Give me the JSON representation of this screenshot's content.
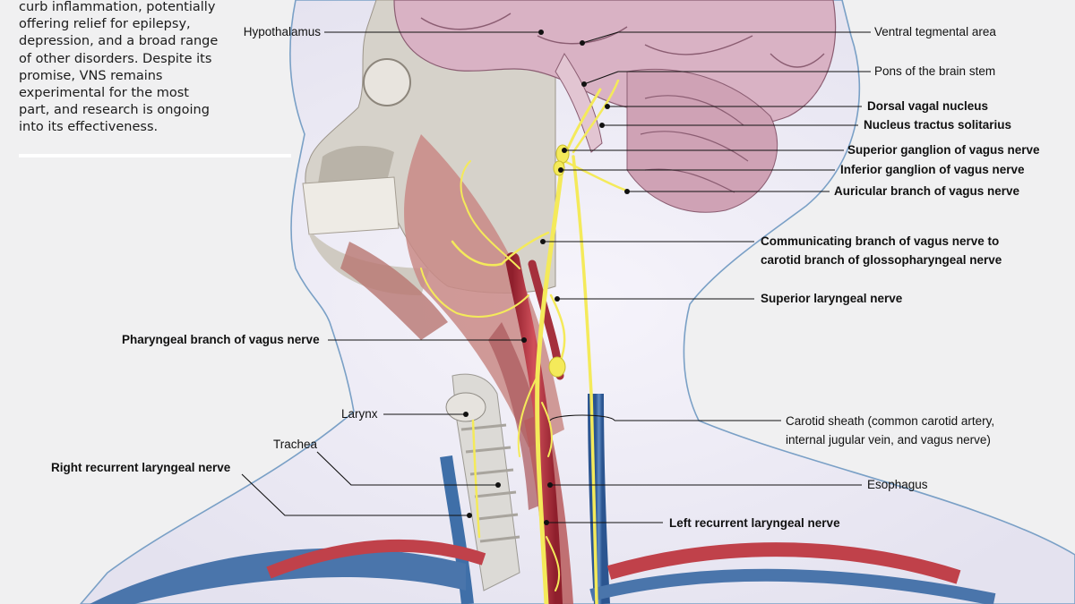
{
  "intro": {
    "lines": [
      "curb inflammation, potentially",
      "offering relief for epilepsy,",
      "depression, and a broad range",
      "of other disorders. Despite its",
      "promise, VNS remains",
      "experimental for the most",
      "part, and research is ongoing",
      "into its effectiveness."
    ]
  },
  "labels": {
    "hypothalamus": "Hypothalamus",
    "ventral_tegmental_area": "Ventral tegmental area",
    "pons": "Pons of the brain stem",
    "dorsal_vagal_nucleus": "Dorsal vagal nucleus",
    "nucleus_tractus_solitarius": "Nucleus tractus solitarius",
    "superior_ganglion": "Superior ganglion of vagus nerve",
    "inferior_ganglion": "Inferior ganglion of vagus nerve",
    "auricular_branch": "Auricular branch of vagus nerve",
    "communicating_branch_1": "Communicating branch of vagus nerve to",
    "communicating_branch_2": "carotid branch of glossopharyngeal nerve",
    "superior_laryngeal": "Superior laryngeal nerve",
    "pharyngeal_branch": "Pharyngeal branch of vagus nerve",
    "larynx": "Larynx",
    "carotid_sheath_1": "Carotid sheath (common carotid artery,",
    "carotid_sheath_2": "internal jugular vein, and vagus nerve)",
    "trachea": "Trachea",
    "right_recurrent": "Right recurrent laryngeal nerve",
    "esophagus": "Esophagus",
    "left_recurrent": "Left recurrent laryngeal nerve"
  },
  "colors": {
    "background": "#f0f0f1",
    "nerve": "#f4ea5a",
    "artery": "#b5323f",
    "vein": "#3f6fa8",
    "muscle": "#c98a86",
    "brain": "#d9b2c4",
    "bone": "#d8d4cc"
  }
}
